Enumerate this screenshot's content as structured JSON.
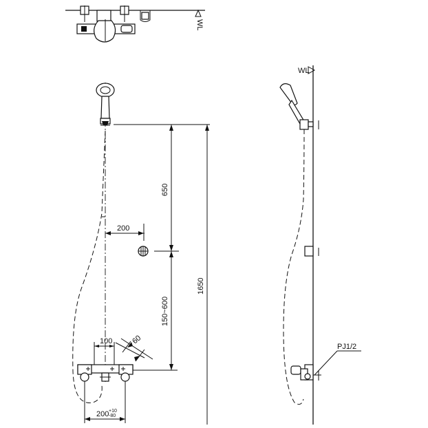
{
  "labels": {
    "wl_top": "WL",
    "wl_side": "WL",
    "dim_650": "650",
    "dim_1650": "1650",
    "dim_200_upper": "200",
    "dim_150_600": "150~600",
    "dim_100": "100",
    "dim_60": "60",
    "dim_200_bottom": "200",
    "dim_200_tol_upper": "+10",
    "dim_200_tol_lower": "-80",
    "pj": "PJ1/2"
  }
}
